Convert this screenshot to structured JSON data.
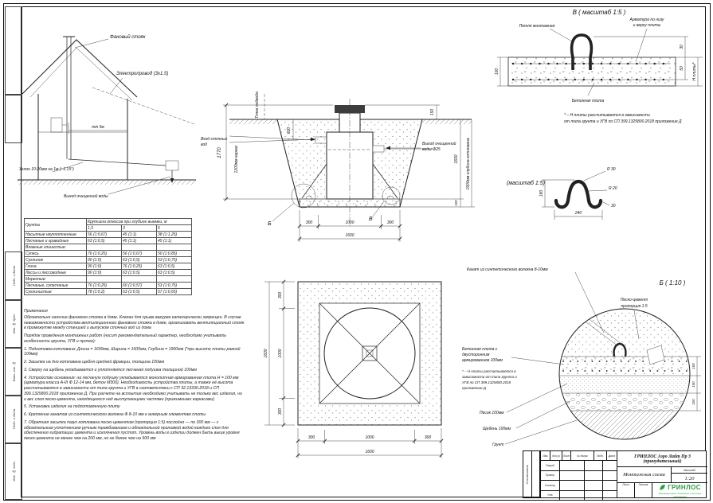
{
  "colors": {
    "ink": "#1c1c1c",
    "green": "#2f9e45"
  },
  "house": {
    "vent": "Фановый стояк",
    "wire": "Электропровод (3х1.5)",
    "min5": "min 5м",
    "slope": "Уклон 10-20мм на 1м (~1.15°)",
    "outlet": "Выход очищенной воды"
  },
  "section": {
    "d1770": "1770",
    "karkas": "1200мм каркас",
    "tochka": "Точка подвода",
    "d600": "600",
    "d150": "150",
    "d100": "100",
    "d1600": "1600",
    "depth": "1900мм глубина котлована",
    "inlet1": "Вход сточных",
    "inlet2": "вод",
    "out1": "Выход очищенной",
    "out2": "воды Ф25",
    "d300": "300",
    "d1000": "1000",
    "cb": "Б",
    "cv": "В"
  },
  "detail_v": {
    "title": "В ( масштаб 1:5 )",
    "loop": "Петля монтажная",
    "rebar1": "Арматура по низу",
    "rebar2": "и верху плиты",
    "slab": "Бетонная плита",
    "d100": "100",
    "d30": "30",
    "d50": "50",
    "hp": "Н плиты*",
    "note1": "* – Н плиты рассчитывается в зависимости",
    "note2": "от типа грунта и УГВ по СП 399.1325800.2018 приложение Д"
  },
  "hook": {
    "title": "(масштаб 1:5)",
    "r30": "R 30",
    "r20": "R 20",
    "d180": "180",
    "d240": "240",
    "d30": "30"
  },
  "detail_b": {
    "title": "Б ( 1:10 )",
    "rope": "Канат из синтетического волокна 8-10мм",
    "pc1": "Песко-цемент",
    "pc2": "пропорция 1:5",
    "slab1": "Бетонная плита с",
    "slab2": "двусторонним",
    "slab3": "армированием 100мм",
    "note1": "* – Н плиты рассчитывается в",
    "note2": "зависимости от типа грунта и",
    "note3": "УГВ по СП 399.1325800.2018",
    "note4": "приложение Д",
    "sand": "Песок 100мм",
    "gravel": "Щебень 100мм",
    "ground": "Грунт",
    "d100": "100"
  },
  "plan": {
    "d300": "300",
    "d1000": "1000",
    "d1600": "1600"
  },
  "soil_table": {
    "c1": "Грунты",
    "c2": "Крутизна откосов при глубине выемки, м",
    "s1": "1,5",
    "s2": "3",
    "s3": "5",
    "rows": [
      {
        "n": "Насыпные неуплотненные",
        "v1": "56 (1:0,67)",
        "v2": "45 (1:1)",
        "v3": "38 (1:1,25)"
      },
      {
        "n": "Песчаные и гравийные",
        "v1": "63 (1:0,5)",
        "v2": "45 (1:1)",
        "v3": "45 (1:1)"
      },
      {
        "n": "Влажные глинистые:",
        "v1": "",
        "v2": "",
        "v3": ""
      },
      {
        "n": "Супесь",
        "v1": "76 (1:0,25)",
        "v2": "56 (1:0,67)",
        "v3": "50 (1:0,85)"
      },
      {
        "n": "Суглинок",
        "v1": "90 (1:0)",
        "v2": "63 (1:0,5)",
        "v3": "53 (1:0,75)"
      },
      {
        "n": "Глина",
        "v1": "90 (1:0)",
        "v2": "76 (1:0,25)",
        "v3": "63 (1:0,5)"
      },
      {
        "n": "Лессы и лессовидные",
        "v1": "90 (1:0)",
        "v2": "63 (1:0,5)",
        "v3": "63 (1:0,5)"
      },
      {
        "n": "Моренные:",
        "v1": "",
        "v2": "",
        "v3": ""
      },
      {
        "n": "Песчаные, супесчаные",
        "v1": "76 (1:0,25)",
        "v2": "60 (1:0,57)",
        "v3": "53 (1:0,75)"
      },
      {
        "n": "Суглинистые",
        "v1": "78 (1:0,2)",
        "v2": "63 (1:0,5)",
        "v3": "57 (1:0,65)"
      }
    ]
  },
  "notes": {
    "title": "Примечания",
    "p1": "Обязательно наличие фанового стояка в доме. Клапан для срыва вакуума категорически запрещен. В случае невозможности устройства вентиляционного фанового стояка в доме, организовать вентиляционный стояк в промежутке между станцией и выпуском сточных вод из дома",
    "order": "Порядок проведения монтажных работ (носит рекомендательный характер, необходимо учитывать особенности грунта, УГВ и прочее):",
    "i1": "1. Подготовка котлована: Длина = 1600мм, Ширина = 1600мм, Глубина = 1900мм (*при высоте плиты равной 100мм)",
    "i2": "2. Засыпка на дно котлована щебня средней фракции, толщина 100мм",
    "i3": "3. Сверху на щебень укладывается и уплотняется песчаная подушка толщиной 100мм",
    "i4": "4. Устройство основания: на песчаную подушку укладывается монолитная армированная плита Н = 100 мм (арматура класса А-III Ф 12-14 мм, бетон М300). Необходимость устройства плиты, а также её высота рассчитываются в зависимости от типа грунта и УГВ в соответствии с СП 32.13330.2018 и СП 399.1325800.2018 приложение Д. При расчете на всплытие необходимо учитывать не только вес изделия, но и вес слоя песко-цемента, находящегося над выступающими частями (прижимными каркасами)",
    "i5": "5. Установка изделия на подготовленную плиту",
    "i6": "6. Крепление канатов из синтетического волокна Ф 8-10 мм к анкерным элементам плиты",
    "i7": "7. Обратная засыпка пазух котлована песко-цементом (пропорция 1:5) послойно — по 300 мм — с обязательным уплотнением ручным трамбованием и обязательной проливкой водой каждого слоя для обеспечения гидратации цемента и исключения пустот. Уровень воды в изделии должен быть выше уровня песко-цемента не менее чем на 200 мм, но не более чем на 500 мм"
  },
  "titleblock": {
    "doc": "ГРИНЛОС Аэро Лайт Пр 3 (принудительный)",
    "name": "Монтажная схема",
    "scale_label": "Масштаб",
    "scale": "1:20",
    "sheet_label": "Лист",
    "sheets_label": "Листов",
    "h_izm": "Изм.",
    "h_koluch": "Кол.уч",
    "h_list": "Лист",
    "h_dokum": "№ докум.",
    "h_podp": "Подп.",
    "h_data": "Дата",
    "r1": "Разраб.",
    "r2": "Провер.",
    "r3": "Н.контр.",
    "r4": "Утв.",
    "logo": "ГРИНЛОС",
    "tagline": "Инновационные локальные очистные сооружения"
  },
  "frame": {
    "v1": "Подп. и дата",
    "v2": "Инв. № дубл.",
    "v3": "Взам. инв. №",
    "v4": "Подп. и дата",
    "v5": "Инв. № подл.",
    "s1": "Согласовано"
  }
}
